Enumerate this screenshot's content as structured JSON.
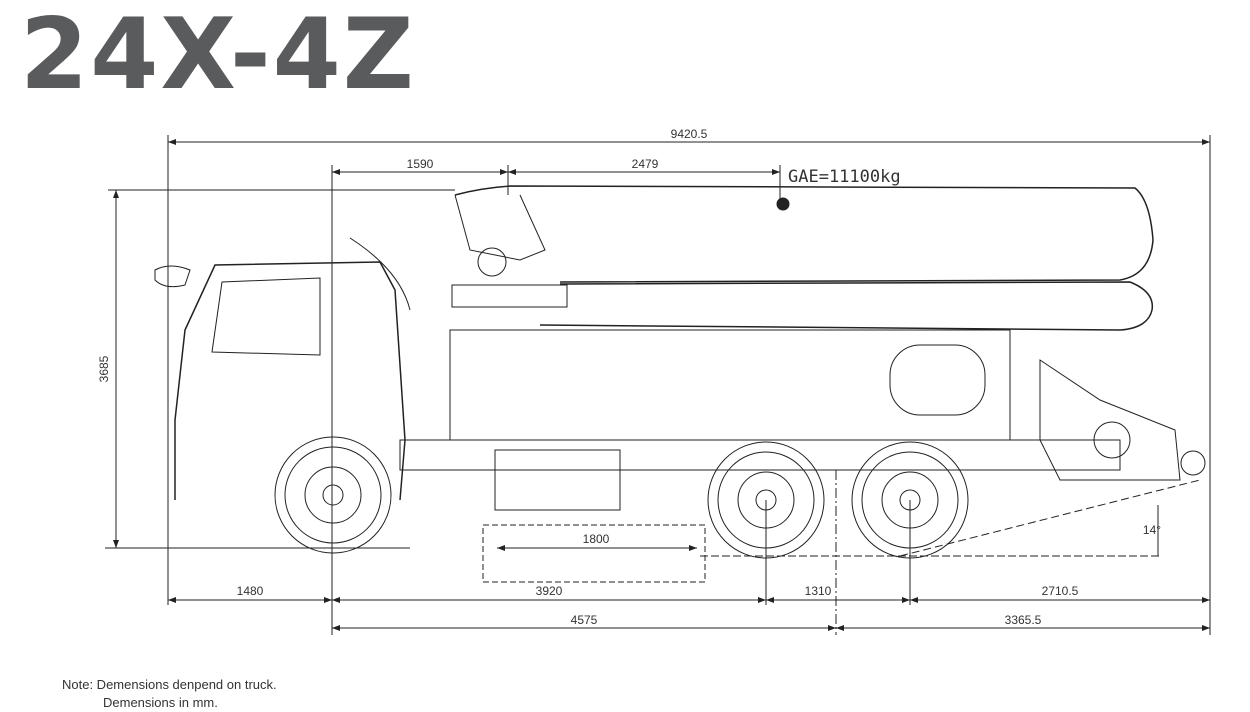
{
  "title": "24X-4Z",
  "dimensions": {
    "overall_length": "9420.5",
    "top_1": "1590",
    "top_2": "2479",
    "gae": "GAE=11100kg",
    "height": "3685",
    "outrigger_span": "1800",
    "angle": "14°",
    "bottom_1": "1480",
    "bottom_2": "3920",
    "bottom_3": "1310",
    "bottom_4": "2710.5",
    "lower_1": "4575",
    "lower_2": "3365.5"
  },
  "note": {
    "line1": "Note: Demensions denpend on truck.",
    "line2": "Demensions in mm."
  },
  "colors": {
    "title": "#5a5b5d",
    "line": "#222222"
  }
}
